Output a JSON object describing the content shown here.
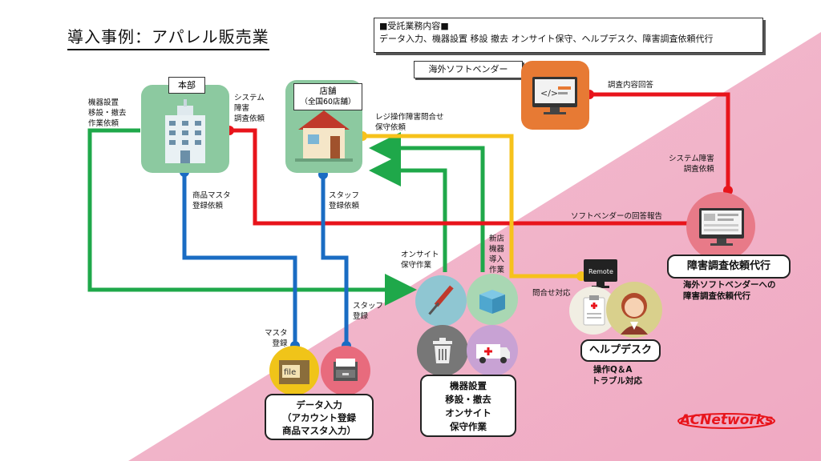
{
  "title": "導入事例：アパレル販売業",
  "services_box": {
    "heading": "■受託業務内容■",
    "text": "データ入力、機器設置 移設 撤去 オンサイト保守、ヘルプデスク、障害調査依頼代行"
  },
  "nodes": {
    "honbu": "本部",
    "tenpo_title": "店舗",
    "tenpo_sub": "（全国60店舗）",
    "vendor": "海外ソフトベンダー",
    "shogai_box": "障害調査依頼代行",
    "shogai_desc_1": "海外ソフトベンダーへの",
    "shogai_desc_2": "障害調査依頼代行",
    "helpdesk": "ヘルプデスク",
    "helpdesk_desc_1": "操作Q＆A",
    "helpdesk_desc_2": "トラブル対応",
    "data_box_1": "データ入力",
    "data_box_2": "（アカウント登録",
    "data_box_3": "商品マスタ入力）",
    "kiki_box_1": "機器設置",
    "kiki_box_2": "移設・撤去",
    "kiki_box_3": "オンサイト",
    "kiki_box_4": "保守作業"
  },
  "labels": {
    "kiki_irai_1": "機器設置",
    "kiki_irai_2": "移設・撤去",
    "kiki_irai_3": "作業依頼",
    "system_1": "システム",
    "system_2": "障害",
    "system_3": "調査依頼",
    "reji_1": "レジ操作障害問合せ",
    "reji_2": "保守依頼",
    "chosa_kaito": "調査内容回答",
    "system_shogai_1": "システム障害",
    "system_shogai_2": "調査依頼",
    "vendor_kaito": "ソフトベンダーの回答報告",
    "shohin_1": "商品マスタ",
    "shohin_2": "登録依頼",
    "staff_irai_1": "スタッフ",
    "staff_irai_2": "登録依頼",
    "onsite_1": "オンサイト",
    "onsite_2": "保守作業",
    "shinten_1": "新店",
    "shinten_2": "機器",
    "shinten_3": "導入",
    "shinten_4": "作業",
    "toiawase": "問合せ対応",
    "staff_toroku_1": "スタッフ",
    "staff_toroku_2": "登録",
    "master_toroku_1": "マスタ",
    "master_toroku_2": "登録"
  },
  "icons": {
    "remote_text": "Remote",
    "file_text": "file"
  },
  "logo": "ACNetworks",
  "colors": {
    "red": "#e8141b",
    "green": "#1fa84a",
    "blue": "#1a6cc3",
    "yellow": "#f6c21b",
    "card_green": "#8cc9a0",
    "vendor_orange": "#e77a34"
  }
}
